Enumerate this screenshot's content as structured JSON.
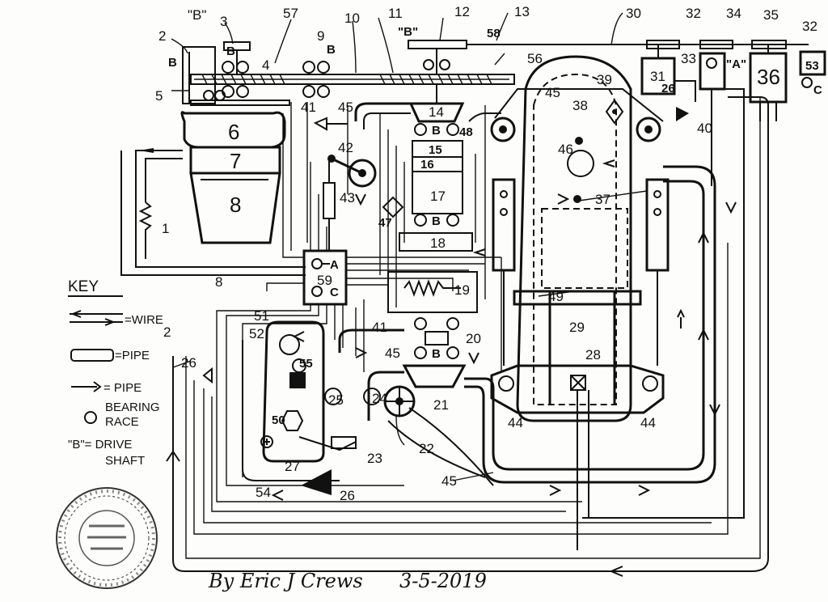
{
  "labels": {
    "n1": "1",
    "n2": "2",
    "n2b": "2",
    "n3": "3",
    "n4": "4",
    "n5": "5",
    "n6": "6",
    "n7": "7",
    "n8": "8",
    "n8b": "8",
    "n9": "9",
    "n10": "10",
    "n11": "11",
    "n12": "12",
    "n13": "13",
    "n14": "14",
    "n15": "15",
    "n16": "16",
    "n17": "17",
    "n18": "18",
    "n19": "19",
    "n20": "20",
    "n21": "21",
    "n22": "22",
    "n23": "23",
    "n24": "24",
    "n25": "25",
    "n26a": "26",
    "n26b": "26",
    "n26c": "26",
    "n27": "27",
    "n28": "28",
    "n29": "29",
    "n30": "30",
    "n31": "31",
    "n32": "32",
    "n32b": "32",
    "n33": "33",
    "n34": "34",
    "n35": "35",
    "n36": "36",
    "n37": "37",
    "n38": "38",
    "n39": "39",
    "n40": "40",
    "n41a": "41",
    "n41b": "41",
    "n42": "42",
    "n43": "43",
    "n44a": "44",
    "n44b": "44",
    "n45a": "45",
    "n45b": "45",
    "n45c": "45",
    "n45d": "45",
    "n46": "46",
    "n47": "47",
    "n48": "48",
    "n49": "49",
    "n50": "50",
    "n51": "51",
    "n52": "52",
    "n53": "53",
    "n54": "54",
    "n55": "55",
    "n56": "56",
    "n57": "57",
    "n58": "58",
    "n59": "59",
    "bq": "\"B\"",
    "bq2": "\"B\"",
    "aq": "\"A\"",
    "b1": "B",
    "b2": "B",
    "b3": "B",
    "b4": "B",
    "b5": "B",
    "b6": "B",
    "a59": "A",
    "c59": "C",
    "c53": "C"
  },
  "key": {
    "title": "KEY",
    "wire": "=WIRE",
    "pipe1": "=PIPE",
    "pipe2": "= PIPE",
    "bearing1": "BEARING",
    "bearing2": "RACE",
    "drive1": "\"B\"= DRIVE",
    "drive2": "SHAFT"
  },
  "signature": {
    "author": "By Eric J Crews",
    "date": "3-5-2019"
  }
}
